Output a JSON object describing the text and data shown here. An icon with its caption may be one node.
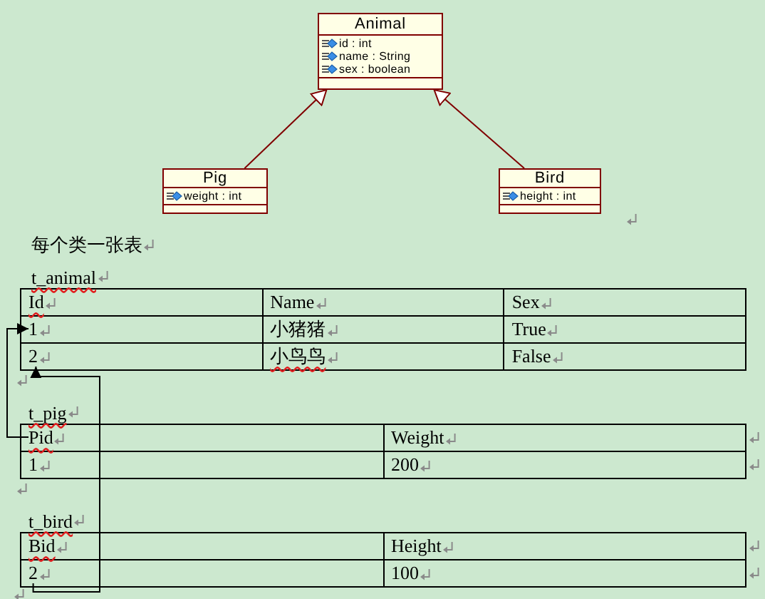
{
  "diagram": {
    "nodes": [
      {
        "text": [
          "Animal",
          "id : int",
          "name : String",
          "sex : boolean"
        ]
      },
      {
        "text": [
          "Pig",
          "weight : int"
        ]
      },
      {
        "text": [
          "Bird",
          "height : int"
        ]
      },
      {
        "text": [
          "1"
        ]
      },
      {
        "text": [
          "2"
        ]
      },
      {
        "text": [
          "Pid"
        ]
      },
      {
        "text": [
          "2"
        ]
      }
    ],
    "edges": [
      {
        "from": 1,
        "to": 0,
        "arrow": "to",
        "color": "#800000"
      },
      {
        "from": 2,
        "to": 0,
        "arrow": "to",
        "color": "#800000"
      },
      {
        "from": 5,
        "to": 3,
        "arrow": "to",
        "color": "#000000"
      },
      {
        "from": 6,
        "to": 4,
        "arrow": "to",
        "color": "#000000"
      }
    ],
    "labels": [
      "每个类一张表",
      "t_animal",
      "Id",
      "Name",
      "Sex",
      "小猪猪",
      "True",
      "小鸟鸟",
      "False",
      "t_pig",
      "Weight",
      "1",
      "200",
      "t_bird",
      "Bid",
      "Height",
      "100"
    ]
  }
}
